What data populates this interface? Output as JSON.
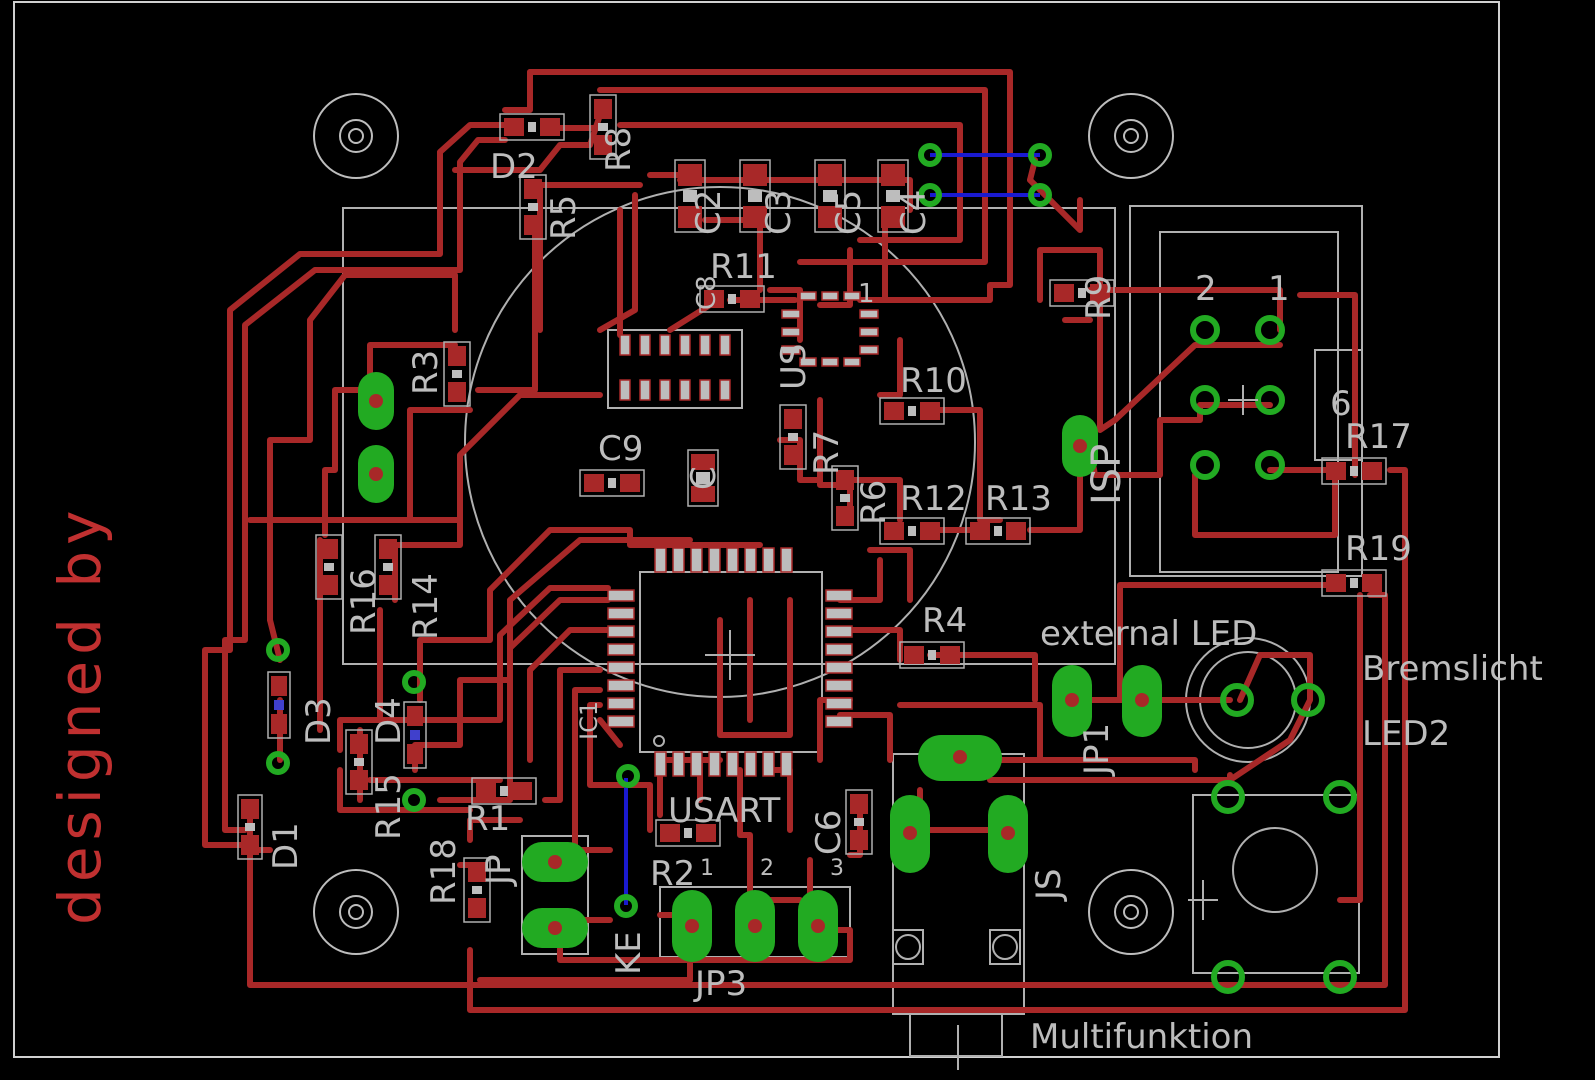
{
  "colors": {
    "background": "#000000",
    "trace_top": "#a82828",
    "trace_bottom": "#1a1ad0",
    "silkscreen": "#b5b5b5",
    "pad_via": "#22aa22",
    "smd_pad": "#bdbdbd",
    "border": "#d0d0d0",
    "designer_text": "#c03030"
  },
  "designer_text": "designed by",
  "labels": {
    "d2": "D2",
    "r8": "R8",
    "r5": "R5",
    "c2": "C2",
    "c3": "C3",
    "c5": "C5",
    "c4": "C4",
    "r11": "R11",
    "c8": "C8",
    "us": "US",
    "pin1": "1",
    "r9": "R9",
    "r3": "R3",
    "r10": "R10",
    "r7": "R7",
    "c9": "C9",
    "c": "C",
    "r6": "R6",
    "r12": "R12",
    "r13": "R13",
    "r17": "R17",
    "r19": "R19",
    "r16": "R16",
    "r14": "R14",
    "r4": "R4",
    "external_led": "external LED",
    "bremslicht": "Bremslicht",
    "led2": "LED2",
    "ic1": "IC1",
    "d3": "D3",
    "d4": "D4",
    "r15": "R15",
    "d1": "D1",
    "r1": "R1",
    "usart": "USART",
    "r18": "R18",
    "r2": "R2",
    "jp3": "JP3",
    "ke": "KE",
    "jp": "JP",
    "c6": "C6",
    "js": "JS",
    "jp1": "JP1",
    "multifunktion": "Multifunktion",
    "isp": "ISP",
    "six": "6",
    "two": "2",
    "one": "1",
    "three": "3"
  }
}
